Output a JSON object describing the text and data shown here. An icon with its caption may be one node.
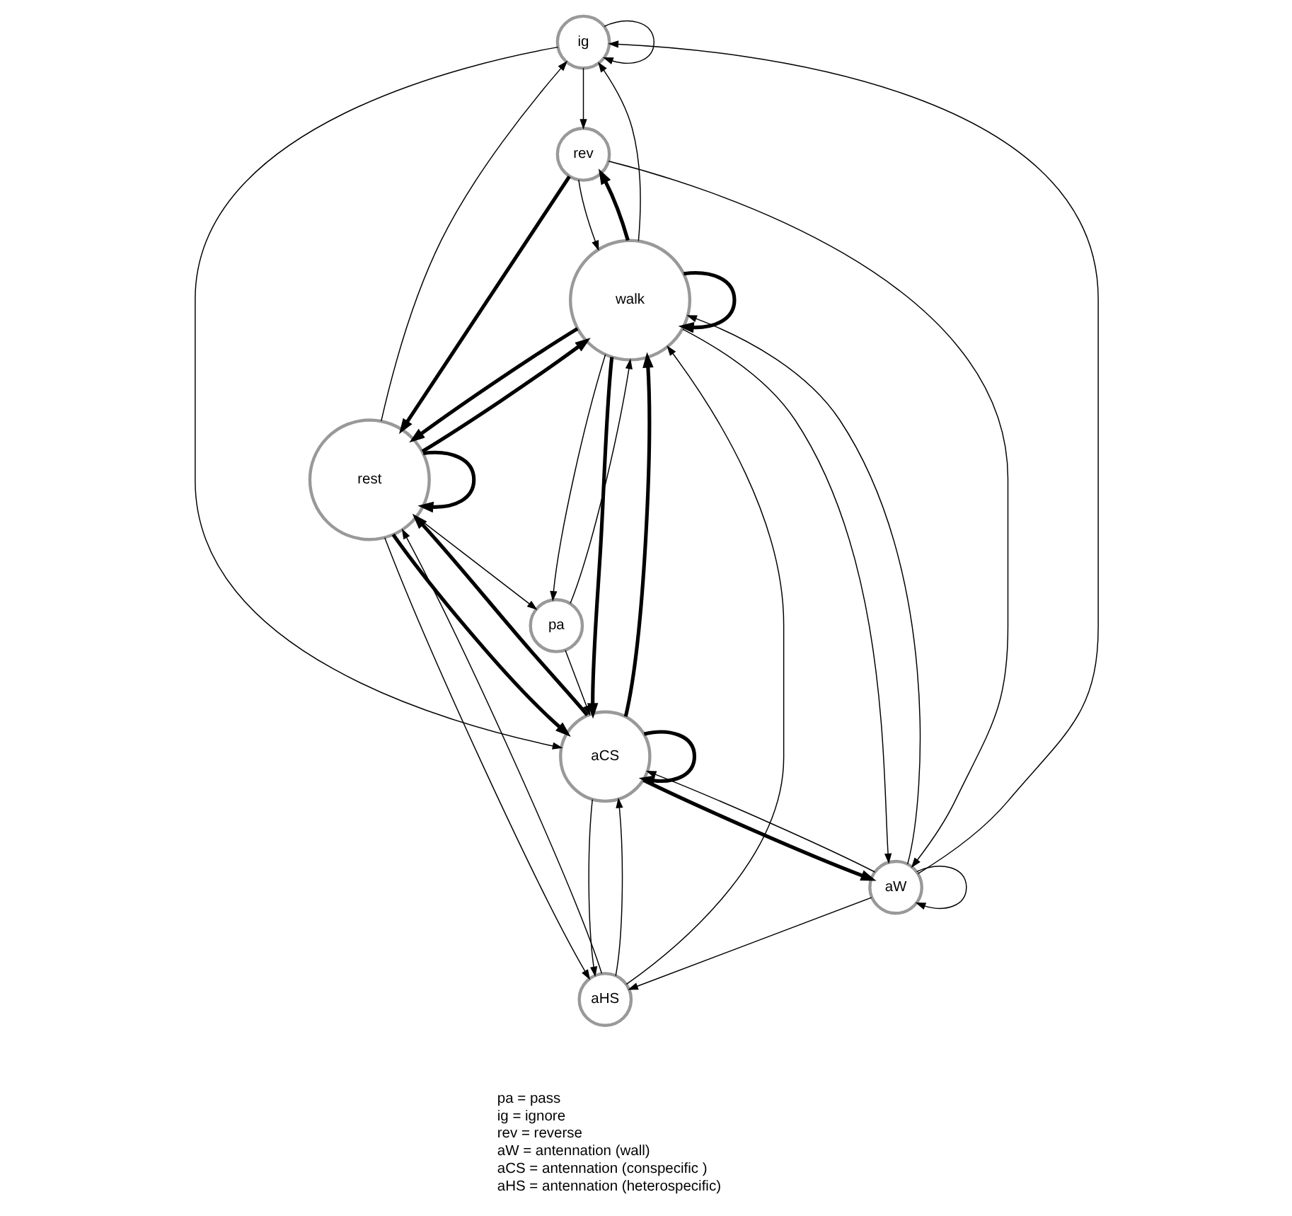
{
  "diagram": {
    "nodes": [
      {
        "text": [
          "ig"
        ]
      },
      {
        "text": [
          "rev"
        ]
      },
      {
        "text": [
          "aCS"
        ]
      },
      {
        "text": [
          "walk"
        ]
      },
      {
        "text": [
          "aW"
        ]
      },
      {
        "text": [
          "aHS"
        ]
      },
      {
        "text": [
          "pa"
        ]
      },
      {
        "text": [
          "rest"
        ]
      }
    ],
    "edges": [
      {
        "from": 0,
        "to": 0,
        "arrow": "to"
      },
      {
        "from": 0,
        "to": 1,
        "arrow": "to"
      },
      {
        "from": 0,
        "to": 2,
        "arrow": "to"
      },
      {
        "from": 2,
        "to": 2,
        "arrow": "to",
        "style": "thick"
      },
      {
        "from": 1,
        "to": 3,
        "arrow": "to"
      },
      {
        "from": 3,
        "to": 1,
        "arrow": "to",
        "style": "thick"
      },
      {
        "from": 3,
        "to": 0,
        "arrow": "to"
      },
      {
        "from": 1,
        "to": 7,
        "arrow": "to",
        "style": "thick"
      },
      {
        "from": 1,
        "to": 4,
        "arrow": "to"
      },
      {
        "from": 3,
        "to": 2,
        "arrow": "to",
        "style": "thick"
      },
      {
        "from": 2,
        "to": 3,
        "arrow": "to",
        "style": "thick"
      },
      {
        "from": 3,
        "to": 3,
        "arrow": "to",
        "style": "thick"
      },
      {
        "from": 3,
        "to": 4,
        "arrow": "to"
      },
      {
        "from": 4,
        "to": 3,
        "arrow": "to"
      },
      {
        "from": 7,
        "to": 0,
        "arrow": "to"
      },
      {
        "from": 4,
        "to": 0,
        "arrow": "to"
      },
      {
        "from": 6,
        "to": 2,
        "arrow": "to"
      },
      {
        "from": 7,
        "to": 2,
        "arrow": "to",
        "style": "thick"
      },
      {
        "from": 2,
        "to": 7,
        "arrow": "to",
        "style": "thick"
      },
      {
        "from": 5,
        "to": 2,
        "arrow": "to"
      },
      {
        "from": 2,
        "to": 5,
        "arrow": "to"
      },
      {
        "from": 4,
        "to": 2,
        "arrow": "to"
      },
      {
        "from": 2,
        "to": 4,
        "arrow": "to",
        "style": "thick"
      },
      {
        "from": 4,
        "to": 4,
        "arrow": "to"
      },
      {
        "from": 4,
        "to": 5,
        "arrow": "to"
      },
      {
        "from": 5,
        "to": 3,
        "arrow": "to"
      },
      {
        "from": 3,
        "to": 7,
        "arrow": "to",
        "style": "thick"
      },
      {
        "from": 7,
        "to": 3,
        "arrow": "to",
        "style": "thick"
      },
      {
        "from": 3,
        "to": 6,
        "arrow": "to"
      },
      {
        "from": 6,
        "to": 3,
        "arrow": "to"
      },
      {
        "from": 7,
        "to": 6,
        "arrow": "to"
      },
      {
        "from": 7,
        "to": 5,
        "arrow": "to"
      },
      {
        "from": 5,
        "to": 7,
        "arrow": "to"
      },
      {
        "from": 7,
        "to": 7,
        "arrow": "to",
        "style": "thick"
      }
    ],
    "labels": [
      "pa = pass",
      "ig = ignore",
      "rev = reverse",
      "aW = antennation (wall)",
      "aCS = antennation (conspecific )",
      "aHS = antennation (heterospecific)"
    ]
  }
}
